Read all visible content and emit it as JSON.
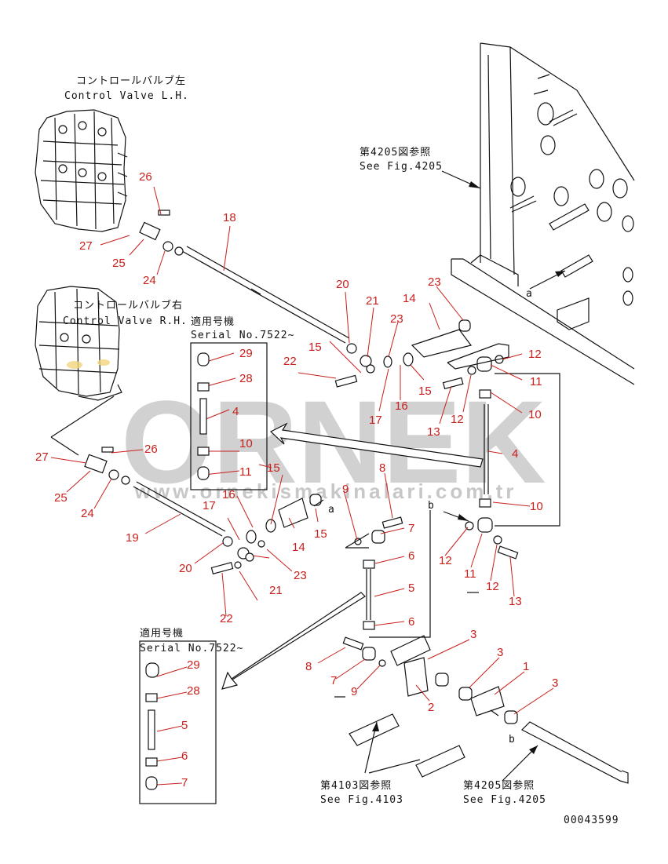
{
  "labels": {
    "cv_lh_jp": "コントロールバルブ左",
    "cv_lh_en": "Control Valve L.H.",
    "cv_rh_jp": "コントロールバルブ右",
    "cv_rh_en": "Control Valve R.H.",
    "ref_4205_top_jp": "第4205図参照",
    "ref_4205_top_en": "See Fig.4205",
    "serial1_jp": "適用号機",
    "serial1_en": "Serial No.7522~",
    "serial2_jp": "適用号機",
    "serial2_en": "Serial No.7522~",
    "ref_4103_jp": "第4103図参照",
    "ref_4103_en": "See Fig.4103",
    "ref_4205_bot_jp": "第4205図参照",
    "ref_4205_bot_en": "See Fig.4205",
    "marker_a1": "a",
    "marker_a2": "a",
    "marker_b1": "b",
    "marker_b2": "b",
    "drawing_no": "00043599"
  },
  "watermark": {
    "brand": "ORNEK",
    "url": "www.ornekismakinalari.com.tr"
  },
  "part_numbers": [
    "26",
    "27",
    "25",
    "24",
    "18",
    "20",
    "21",
    "23",
    "22",
    "17",
    "16",
    "15",
    "14",
    "15",
    "23",
    "12",
    "11",
    "10",
    "13",
    "12",
    "29",
    "28",
    "4",
    "10",
    "11",
    "15",
    "4",
    "27",
    "26",
    "25",
    "24",
    "19",
    "17",
    "16",
    "15",
    "14",
    "9",
    "8",
    "7",
    "6",
    "5",
    "6",
    "20",
    "21",
    "23",
    "22",
    "10",
    "12",
    "11",
    "12",
    "13",
    "3",
    "3",
    "1",
    "3",
    "2",
    "8",
    "7",
    "9",
    "29",
    "28",
    "5",
    "6",
    "7"
  ],
  "colors": {
    "ink": "#111111",
    "part_number": "#c8201c",
    "watermark": "#9a9a9a"
  }
}
